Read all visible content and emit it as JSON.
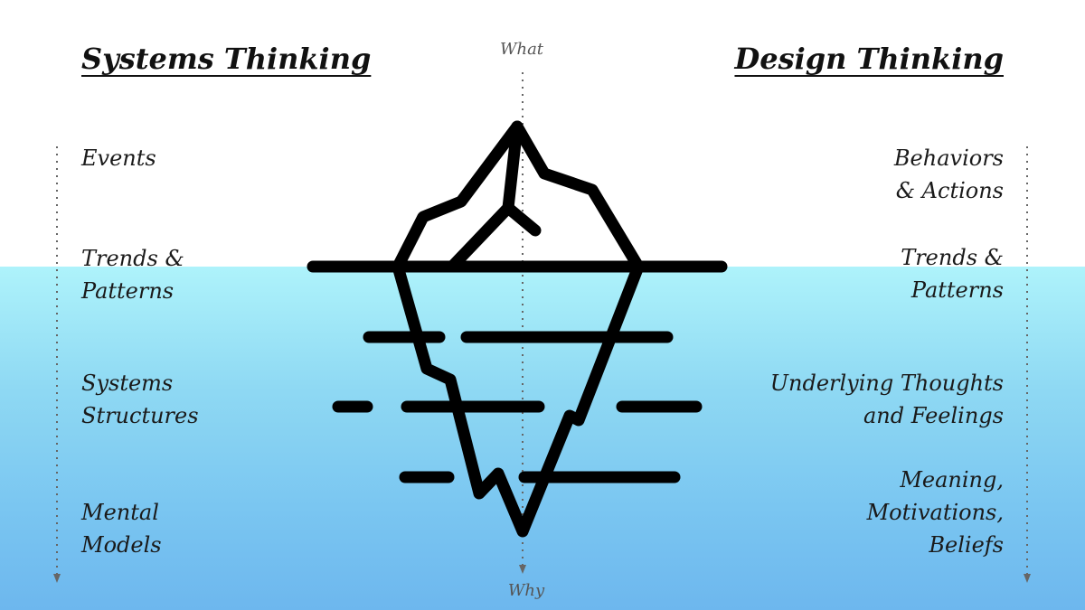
{
  "left_column": {
    "title": "Systems Thinking",
    "levels": [
      {
        "lines": [
          "Events"
        ]
      },
      {
        "lines": [
          "Trends &",
          "Patterns"
        ]
      },
      {
        "lines": [
          "Systems",
          "Structures"
        ]
      },
      {
        "lines": [
          "Mental",
          "Models"
        ]
      }
    ]
  },
  "right_column": {
    "title": "Design Thinking",
    "levels": [
      {
        "lines": [
          "Behaviors",
          "& Actions"
        ]
      },
      {
        "lines": [
          "Trends &",
          "Patterns"
        ]
      },
      {
        "lines": [
          "Underlying Thoughts",
          "and Feelings"
        ]
      },
      {
        "lines": [
          "Meaning,",
          "Motivations,",
          "Beliefs"
        ]
      }
    ]
  },
  "axis": {
    "top_label": "What",
    "bottom_label": "Why"
  },
  "colors": {
    "water_top": "#aef3fb",
    "water_bottom": "#6db7ee",
    "ink": "#000000",
    "arrow": "#666666"
  }
}
